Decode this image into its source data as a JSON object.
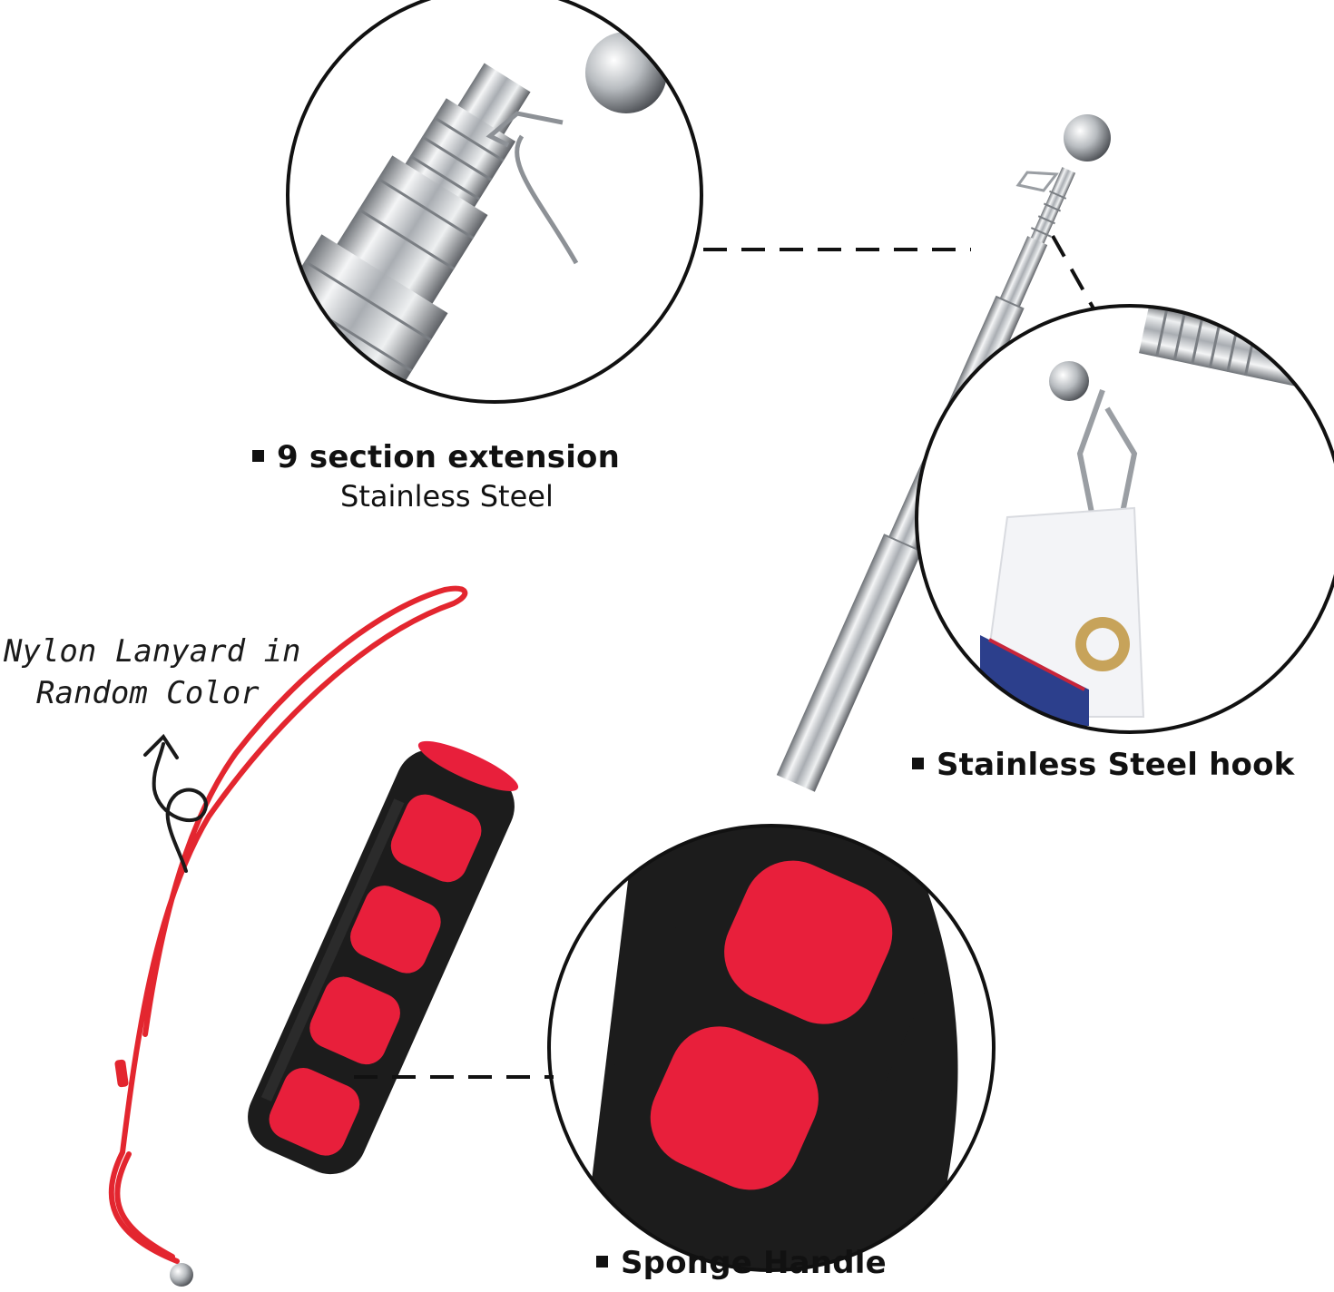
{
  "callouts": {
    "extension": {
      "title": "9 section extension",
      "subtitle": "Stainless Steel"
    },
    "hook": {
      "title": "Stainless Steel hook"
    },
    "handle": {
      "title": "Sponge Handle"
    },
    "lanyard": {
      "line1": "Nylon Lanyard in",
      "line2": "Random Color"
    }
  },
  "colors": {
    "foam_black": "#1c1c1c",
    "foam_red": "#e81f3b",
    "steel": "#c9ccd0",
    "lanyard_red": "#e3262f"
  }
}
